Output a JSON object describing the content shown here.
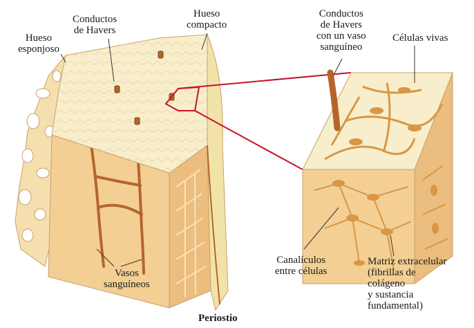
{
  "labels": {
    "hueso_esponjoso": [
      "Hueso",
      "esponjoso"
    ],
    "conductos_havers": [
      "Conductos",
      "de Havers"
    ],
    "hueso_compacto": [
      "Hueso",
      "compacto"
    ],
    "conductos_vaso": [
      "Conductos",
      "de Havers",
      "con un vaso",
      "sanguíneo"
    ],
    "celulas_vivas": [
      "Células vivas"
    ],
    "canaliculos": [
      "Canalículos",
      "entre células"
    ],
    "matriz": [
      "Matriz extracelular",
      "(fibrillas de",
      "colágeno",
      "y sustancia",
      "fundamental)"
    ],
    "vasos": [
      "Vasos",
      "sanguíneos"
    ],
    "periostio": [
      "Periostio"
    ]
  },
  "colors": {
    "bone_top": "#f8eecb",
    "bone_side": "#f3cf94",
    "bone_dark": "#e9b878",
    "vessel": "#b5652c",
    "zoom_line": "#c8102e",
    "cell": "#d99645"
  }
}
